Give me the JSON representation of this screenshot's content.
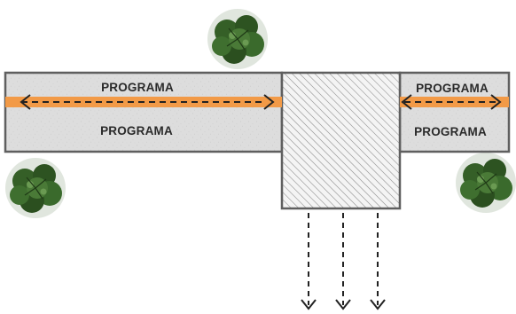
{
  "labels": {
    "left_upper": "PROGRAMA",
    "left_lower": "PROGRAMA",
    "right_upper": "PROGRAMA",
    "right_lower": "PROGRAMA"
  },
  "colors": {
    "block_fill": "#dcdcdc",
    "block_stroke": "#5f5f5f",
    "circulation_band": "#f29a47",
    "arrow": "#222222",
    "hatch": "#8a8a8a",
    "tree": "#2f5a24"
  },
  "icons": {
    "tree": "tree-icon",
    "circulation": "double-headed-arrow",
    "exit": "down-arrow"
  }
}
